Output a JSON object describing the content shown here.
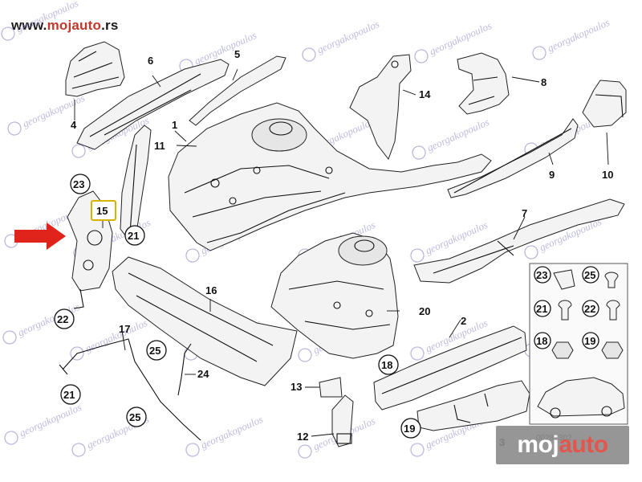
{
  "site": {
    "prefix": "www.",
    "brand": "mojauto",
    "suffix": ".rs"
  },
  "watermark": "georgakopoulos",
  "callouts": {
    "c1": "1",
    "c2": "2",
    "c3": "3",
    "c4": "4",
    "c5": "5",
    "c6": "6",
    "c7": "7",
    "c8": "8",
    "c9": "9",
    "c10": "10",
    "c11": "11",
    "c12": "12",
    "c13": "13",
    "c14": "14",
    "c15": "15",
    "c16": "16",
    "c17": "17",
    "c20": "20",
    "c24": "24"
  },
  "circled": {
    "n23a": "23",
    "n21a": "21",
    "n22": "22",
    "n21b": "21",
    "n25a": "25",
    "n25b": "25",
    "n18": "18",
    "n19": "19"
  },
  "fasteners": {
    "f23": "23",
    "f25": "25",
    "f21": "21",
    "f22": "22",
    "f18": "18",
    "f19": "19"
  },
  "ref_code": "00287302",
  "brand_stamp": {
    "part1": "moj",
    "part2": "auto"
  },
  "colors": {
    "arrow": "#e0241b",
    "highlight": "#d6b300",
    "watermark": "#a9a6d8"
  }
}
